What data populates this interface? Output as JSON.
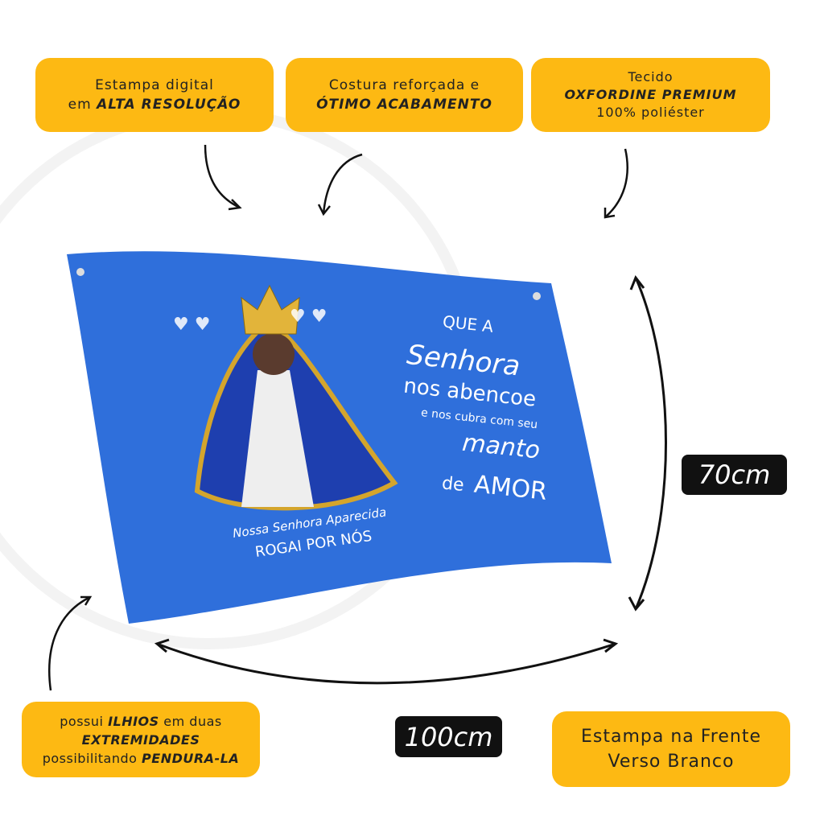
{
  "callouts": {
    "c1": {
      "line1": "Estampa digital",
      "line2a": "em ",
      "line2b": "ALTA RESOLUÇÃO"
    },
    "c2": {
      "line1": "Costura reforçada e",
      "line2": "ÓTIMO ACABAMENTO"
    },
    "c3": {
      "line1": "Tecido",
      "line2": "OXFORDINE PREMIUM",
      "line3": "100% poliéster"
    },
    "c4": {
      "l1a": "possui ",
      "l1b": "ILHIOS",
      "l1c": " em duas",
      "l2": "EXTREMIDADES",
      "l3a": "possibilitando ",
      "l3b": "PENDURA-LA"
    },
    "c5": {
      "line1": "Estampa na Frente",
      "line2": "Verso Branco"
    }
  },
  "dimensions": {
    "height": "70cm",
    "width": "100cm"
  },
  "flag": {
    "left_text": {
      "line1": "Nossa Senhora Aparecida",
      "line2": "ROGAI POR NÓS"
    },
    "right_text": {
      "l1": "QUE A",
      "l2": "Senhora",
      "l3": "nos abencoe",
      "l4": "e nos cubra com seu",
      "l5": "manto",
      "l6": "de",
      "l7": "AMOR"
    },
    "color": "#2F6FDB"
  },
  "accent": "#FDB913"
}
